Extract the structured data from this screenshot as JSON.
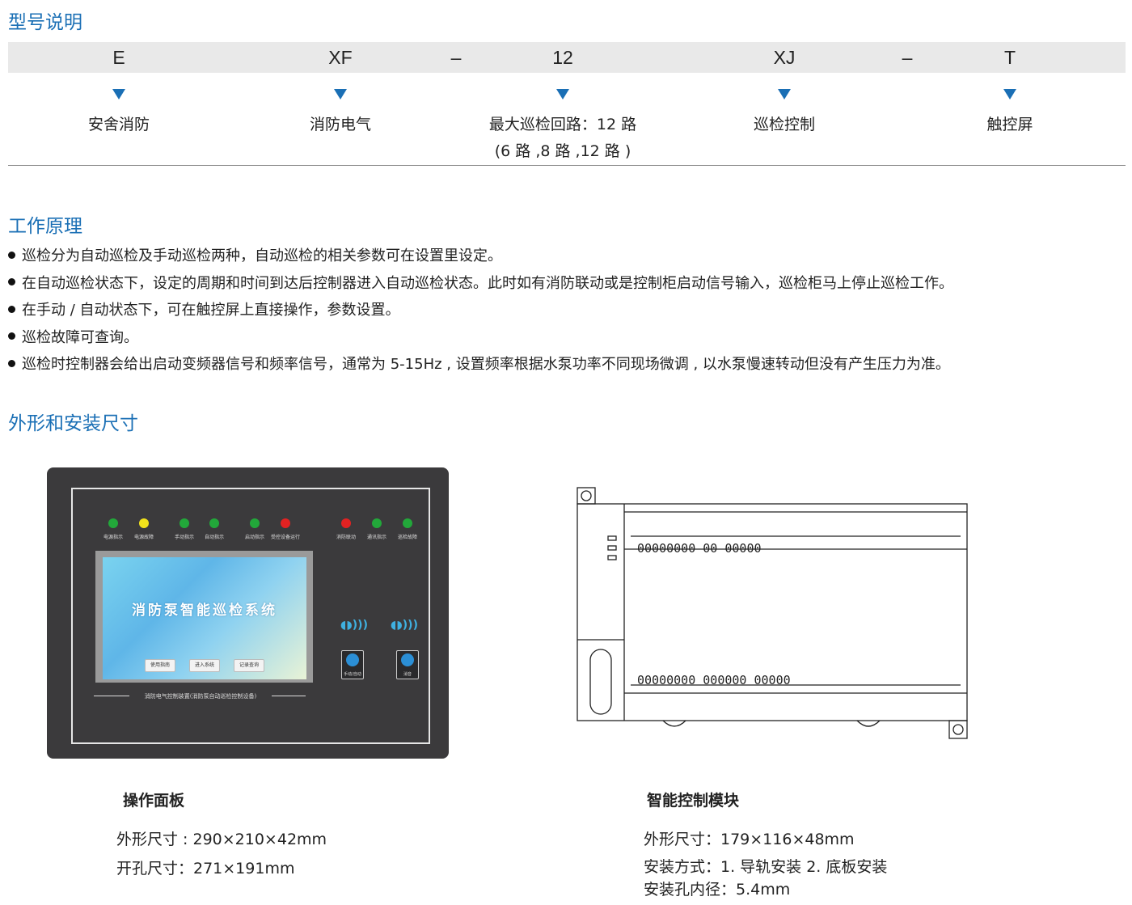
{
  "sections": {
    "model_title": "型号说明",
    "principle_title": "工作原理",
    "dimension_title": "外形和安装尺寸"
  },
  "model": {
    "codes": [
      "E",
      "XF",
      "–",
      "12",
      "XJ",
      "–",
      "T"
    ],
    "descriptions": [
      "安舍消防",
      "消防电气",
      "最大巡检回路：12 路",
      "巡检控制",
      "触控屏"
    ],
    "loop_options": "(6 路 ,8 路 ,12 路 )",
    "arrow_color": "#1a6fb5"
  },
  "principle": {
    "items": [
      "巡检分为自动巡检及手动巡检两种，自动巡检的相关参数可在设置里设定。",
      "在自动巡检状态下，设定的周期和时间到达后控制器进入自动巡检状态。此时如有消防联动或是控制柜启动信号输入，巡检柜马上停止巡检工作。",
      "在手动 / 自动状态下，可在触控屏上直接操作，参数设置。",
      "巡检故障可查询。",
      "巡检时控制器会给出启动变频器信号和频率信号，通常为 5-15Hz , 设置频率根据水泵功率不同现场微调 , 以水泵慢速转动但没有产生压力为准。"
    ]
  },
  "panel": {
    "leds": [
      {
        "label": "电源指示",
        "color": "#22a83a"
      },
      {
        "label": "电源故障",
        "color": "#f2e21b"
      },
      {
        "label": "手动指示",
        "color": "#22a83a"
      },
      {
        "label": "自动指示",
        "color": "#22a83a"
      },
      {
        "label": "启动指示",
        "color": "#22a83a"
      },
      {
        "label": "受控设备运行",
        "color": "#e32222"
      },
      {
        "label": "消防联动",
        "color": "#e32222"
      },
      {
        "label": "通讯指示",
        "color": "#22a83a"
      },
      {
        "label": "巡检故障",
        "color": "#22a83a"
      }
    ],
    "screen_title": "消防泵智能巡检系统",
    "screen_buttons": [
      "使用指南",
      "进入系统",
      "记录查询"
    ],
    "key_manual_auto": "手动/自动",
    "key_mute": "消音",
    "caption": "消防电气控制装置(消防泵自动巡检控制设备)"
  },
  "module": {
    "top_terminals": "00000000 00 00000",
    "bottom_terminals": "00000000 000000 00000"
  },
  "captions": {
    "panel_title": "操作面板",
    "panel_outer": "外形尺寸 : 290×210×42mm",
    "panel_cutout": "开孔尺寸：271×191mm",
    "module_title": "智能控制模块",
    "module_outer": "外形尺寸：179×116×48mm",
    "module_install": "安装方式：1. 导轨安装    2. 底板安装",
    "module_hole": "安装孔内径：5.4mm"
  }
}
